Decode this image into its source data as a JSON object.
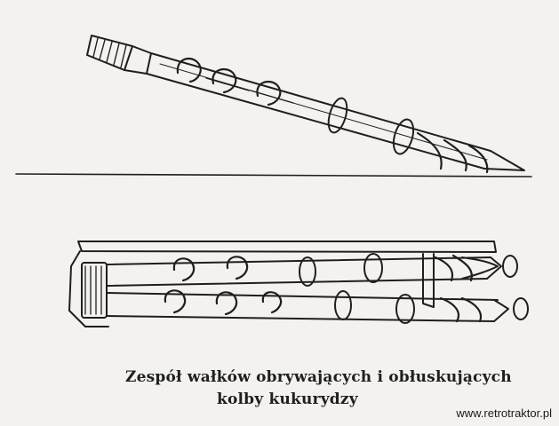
{
  "caption": {
    "line1": "Zespół wałków obrywających i obłuskujących",
    "line2": "kolby kukurydzy"
  },
  "watermark": "www.retrotraktor.pl",
  "colors": {
    "paper": "#f3f2ee",
    "ink": "#1f1f1f"
  }
}
